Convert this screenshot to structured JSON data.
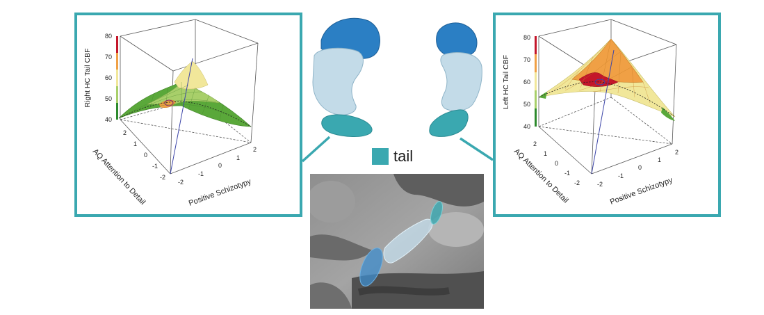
{
  "left_plot": {
    "z_title": "Right HC Tail CBF",
    "x_title": "AQ Attention to Detail",
    "y_title": "Positive Schizotypy",
    "z_ticks": [
      "40",
      "50",
      "60",
      "70",
      "80"
    ],
    "x_ticks": [
      "2",
      "1",
      "0",
      "-1",
      "-2"
    ],
    "y_ticks": [
      "-2",
      "-1",
      "0",
      "1",
      "2"
    ]
  },
  "right_plot": {
    "z_title": "Left HC Tail CBF",
    "x_title": "AQ Attention to Detail",
    "y_title": "Positive Schizotypy",
    "z_ticks": [
      "40",
      "50",
      "60",
      "70",
      "80"
    ],
    "x_ticks": [
      "2",
      "1",
      "0",
      "-1",
      "-2"
    ],
    "y_ticks": [
      "-2",
      "-1",
      "0",
      "1",
      "2"
    ]
  },
  "legend": {
    "label": "tail",
    "color": "#3aa8b0"
  },
  "colors": {
    "frame": "#3aa8b0",
    "head": "#2b7fc4",
    "body": "#c3dbe8",
    "tail": "#3aa8b0",
    "surface_green": "#5aa83a",
    "surface_yellow": "#f1e79a",
    "surface_orange": "#f0a045",
    "surface_red": "#c4162a"
  }
}
